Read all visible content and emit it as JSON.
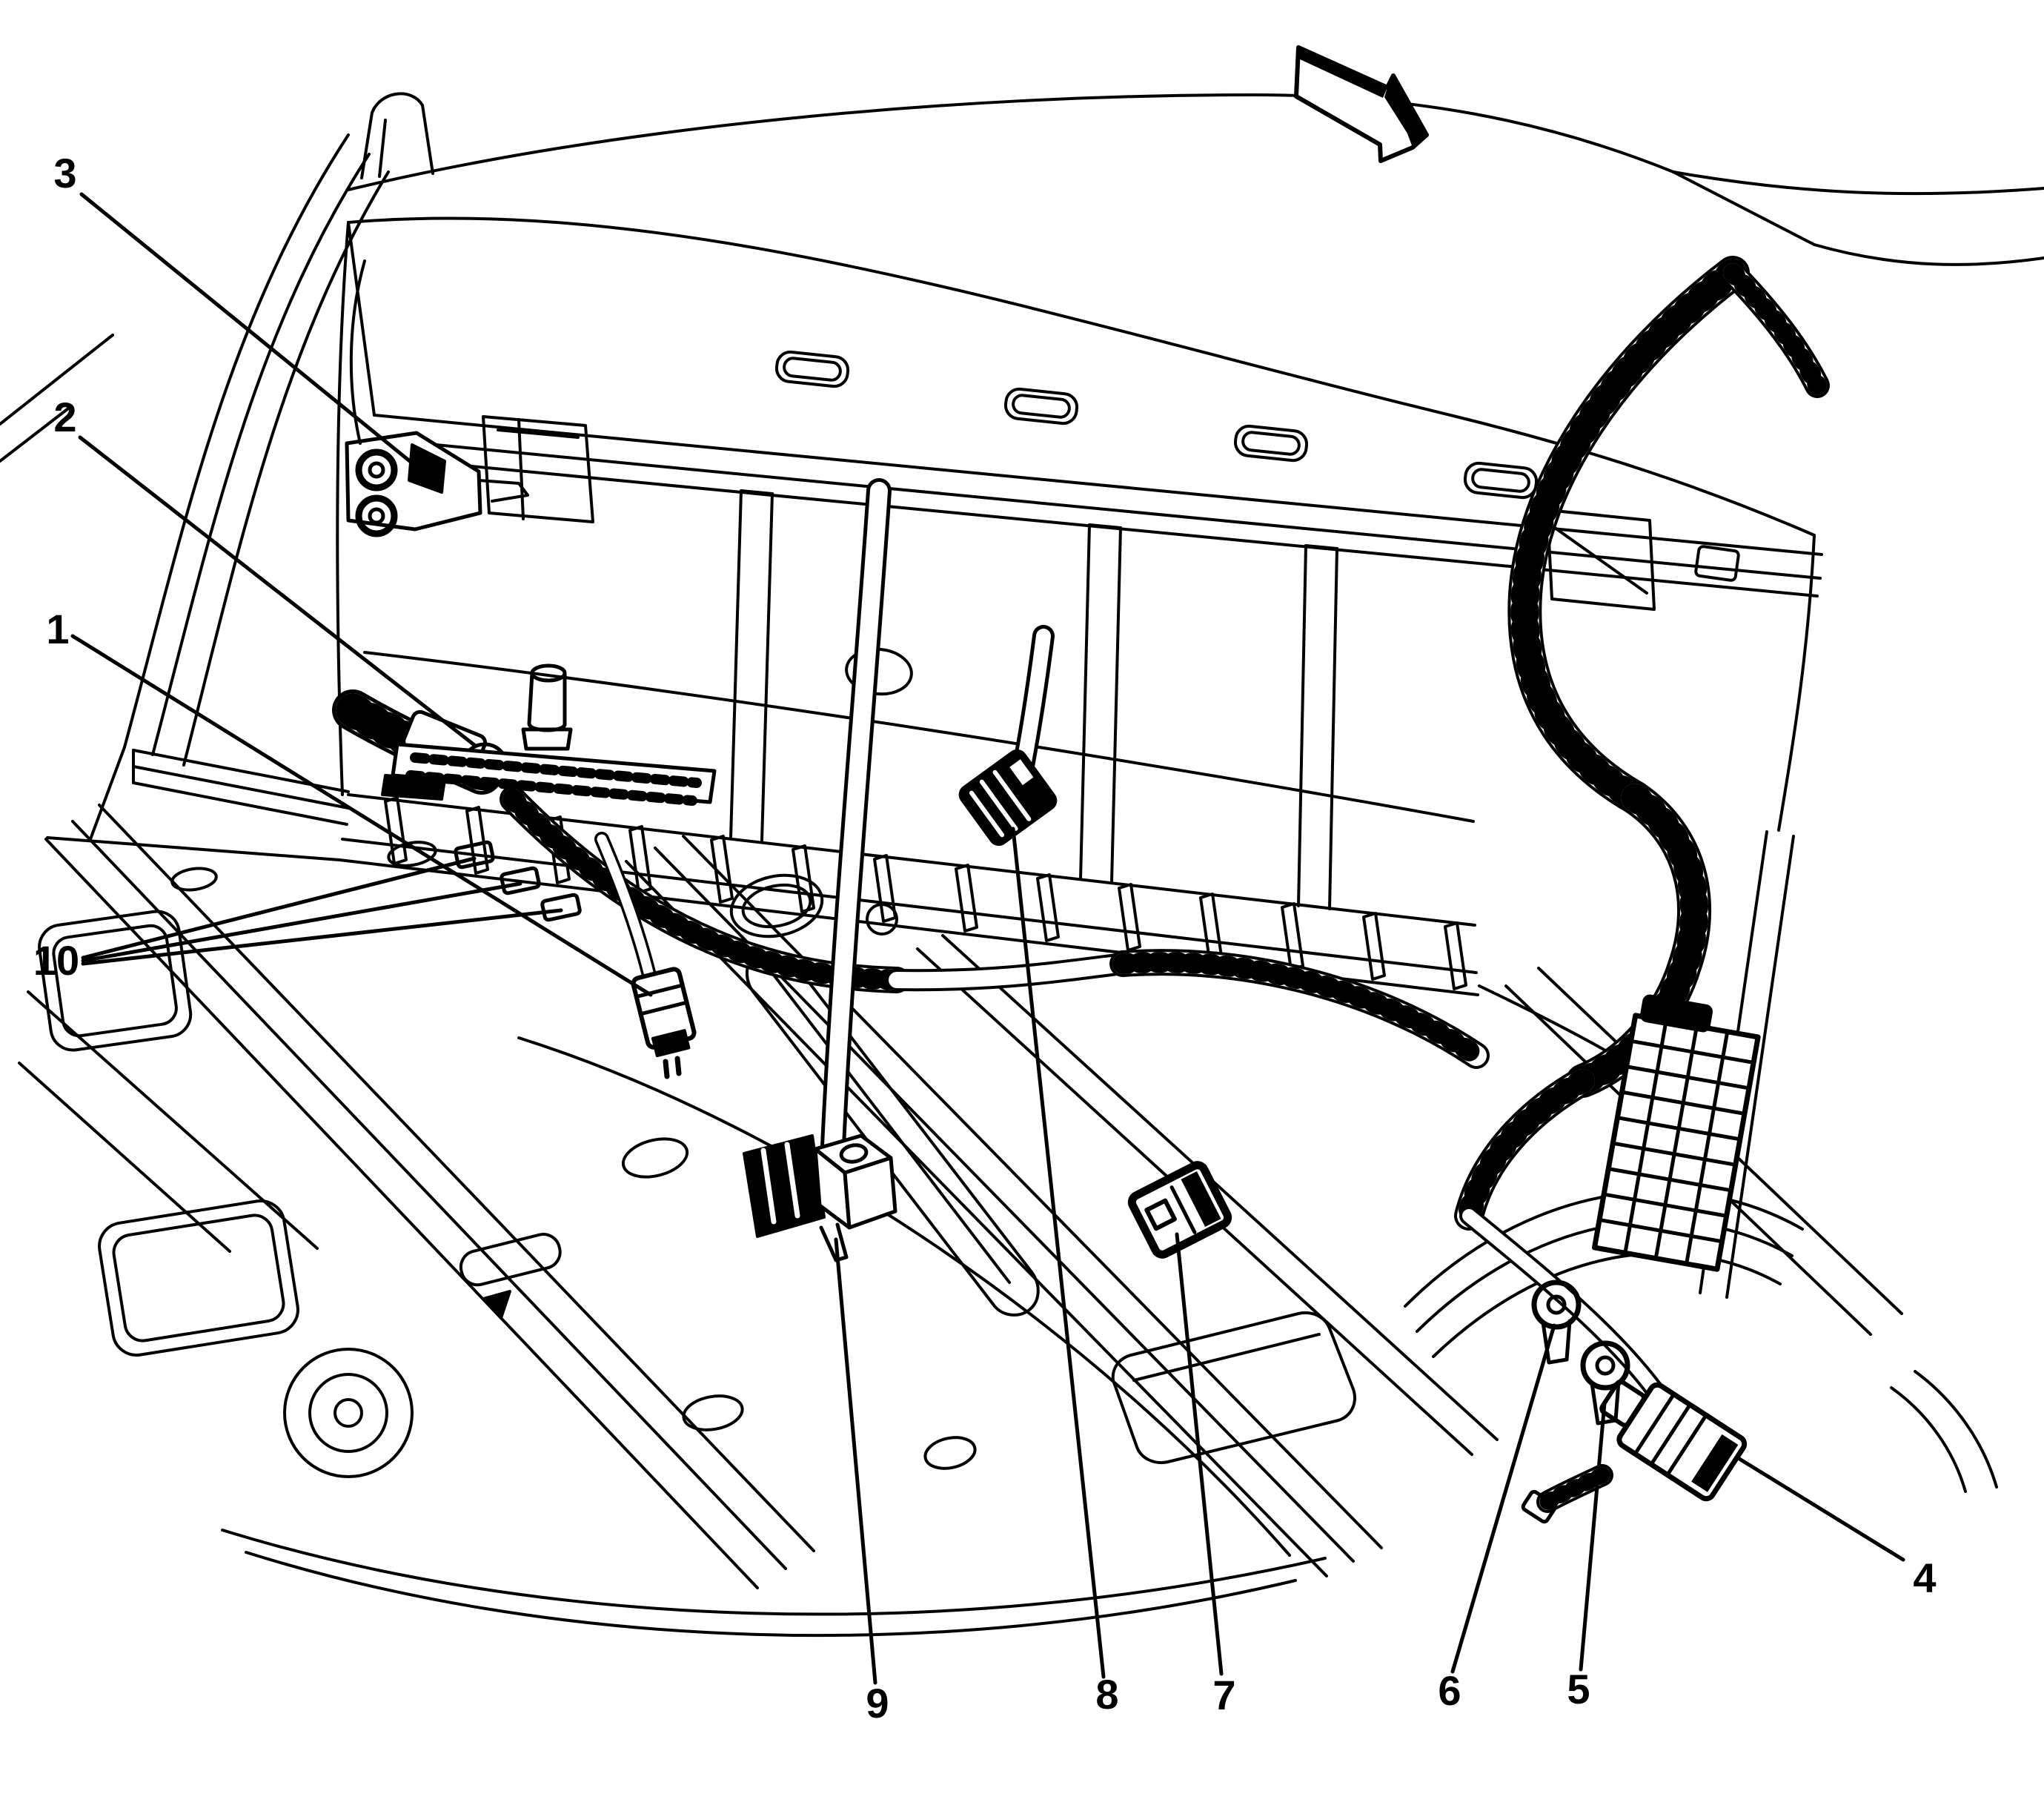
{
  "figure": {
    "kind": "service-manual-line-illustration",
    "subject": "Vehicle rear floor pan, folded seat frame and package shelf with wiring harness routing",
    "background_color": "#ffffff",
    "line_color": "#000000"
  },
  "direction_arrow": {
    "name": "view-direction-arrow",
    "style": "3d-outline-arrow",
    "points": "down-right"
  },
  "callouts": [
    {
      "number": "1",
      "target": "inline-harness-connector"
    },
    {
      "number": "2",
      "target": "pretensioner-connector-strip"
    },
    {
      "number": "3",
      "target": "dual-grommet-bracket"
    },
    {
      "number": "4",
      "target": "rear-harness-end-connector"
    },
    {
      "number": "5",
      "target": "harness-eyelet-retainer-rear"
    },
    {
      "number": "6",
      "target": "harness-eyelet-retainer-front"
    },
    {
      "number": "7",
      "target": "floor-harness-connector"
    },
    {
      "number": "8",
      "target": "center-floor-connector"
    },
    {
      "number": "9",
      "target": "floor-sensor-module"
    },
    {
      "number": "10",
      "target": "inline-connector-group"
    }
  ]
}
